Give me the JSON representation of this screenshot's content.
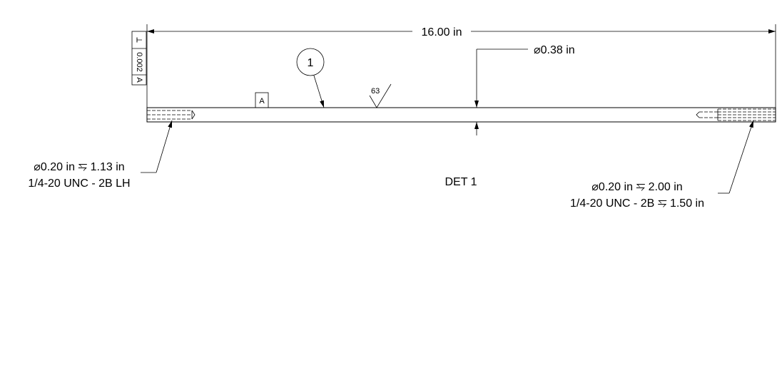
{
  "overall_length": "16.00 in",
  "diameter": "⌀0.38 in",
  "flatness": {
    "symbol": "⟂",
    "tolerance": "0.002",
    "datum": "A"
  },
  "balloon": "1",
  "datum_label": "A",
  "surface_finish": "63",
  "left_hole": {
    "line1": "⌀0.20 in ⥧ 1.13 in",
    "line2": "1/4-20 UNC - 2B LH"
  },
  "right_hole": {
    "line1": "⌀0.20 in ⥧ 2.00 in",
    "line2": "1/4-20 UNC - 2B ⥧ 1.50 in"
  },
  "detail_label": "DET 1"
}
